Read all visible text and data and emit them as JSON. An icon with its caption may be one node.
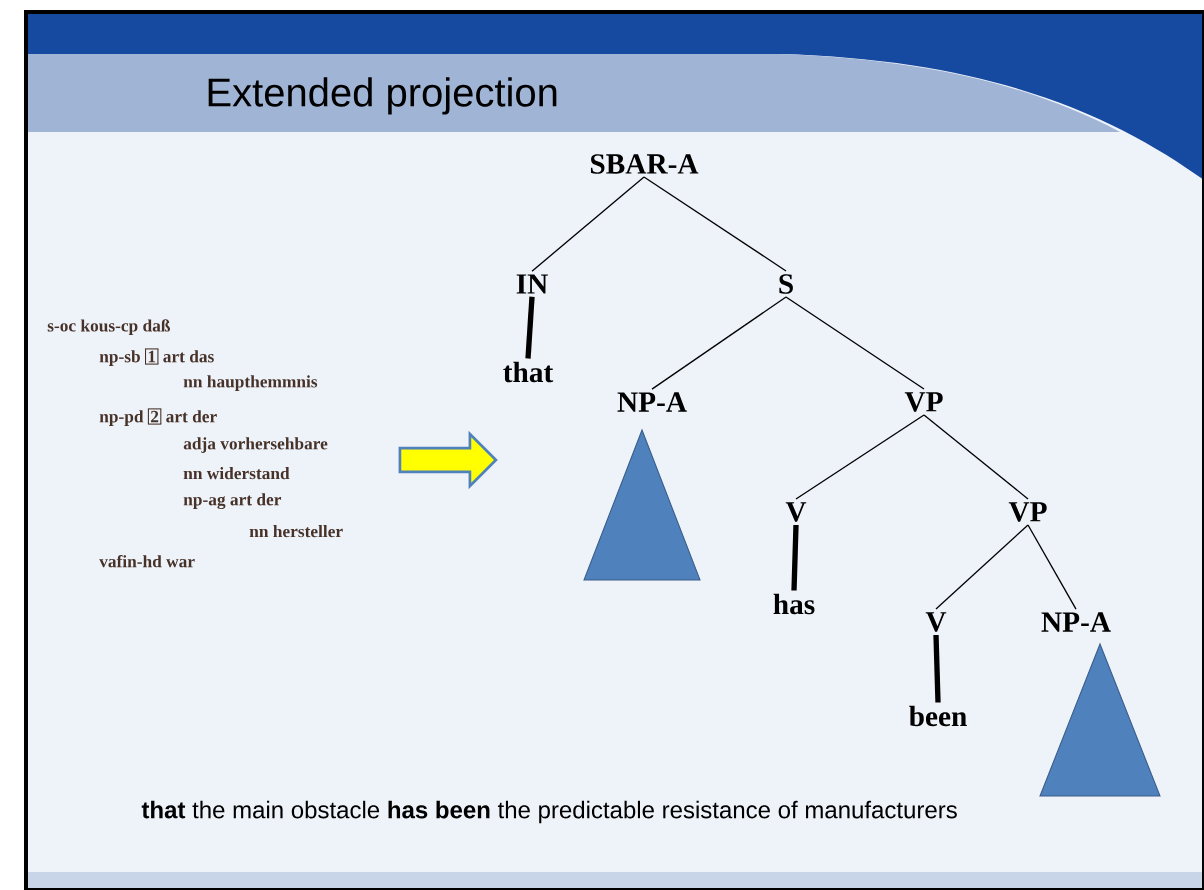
{
  "diagram": {
    "title": "Extended projection",
    "nodes": [
      {
        "text": [
          "s-oc kous-cp daß",
          "np-sb",
          "1",
          "art das",
          "nn haupthemmnis",
          "np-pd",
          "2",
          "art der",
          "adja vorhersehbare",
          "nn widerstand",
          "np-ag art der",
          "nn hersteller",
          "vafin-hd war"
        ]
      },
      {
        "text": [
          "SBAR-A"
        ]
      },
      {
        "text": [
          "IN"
        ]
      },
      {
        "text": [
          "S"
        ]
      },
      {
        "text": [
          "that"
        ]
      },
      {
        "text": [
          "NP-A"
        ]
      },
      {
        "text": [
          "VP"
        ]
      },
      {
        "text": [],
        "shape": "triangle"
      },
      {
        "text": [
          "V"
        ]
      },
      {
        "text": [
          "VP"
        ]
      },
      {
        "text": [
          "has"
        ]
      },
      {
        "text": [
          "V"
        ]
      },
      {
        "text": [
          "NP-A"
        ]
      },
      {
        "text": [
          "been"
        ]
      },
      {
        "text": [],
        "shape": "triangle"
      }
    ],
    "edges": [
      {
        "from": 0,
        "to": null,
        "arrow": "to",
        "style": "thick",
        "color": "#ffff00"
      },
      {
        "from": 1,
        "to": 2,
        "arrow": "none"
      },
      {
        "from": 1,
        "to": 3,
        "arrow": "none"
      },
      {
        "from": 2,
        "to": 4,
        "arrow": "none",
        "style": "thick"
      },
      {
        "from": 3,
        "to": 5,
        "arrow": "none"
      },
      {
        "from": 3,
        "to": 6,
        "arrow": "none"
      },
      {
        "from": 6,
        "to": 8,
        "arrow": "none"
      },
      {
        "from": 6,
        "to": 9,
        "arrow": "none"
      },
      {
        "from": 8,
        "to": 10,
        "arrow": "none",
        "style": "thick"
      },
      {
        "from": 9,
        "to": 11,
        "arrow": "none"
      },
      {
        "from": 9,
        "to": 12,
        "arrow": "none"
      },
      {
        "from": 11,
        "to": 13,
        "arrow": "none",
        "style": "thick"
      }
    ],
    "labels": [
      "**that** the main obstacle **has been** the predictable resistance of manufacturers"
    ]
  }
}
